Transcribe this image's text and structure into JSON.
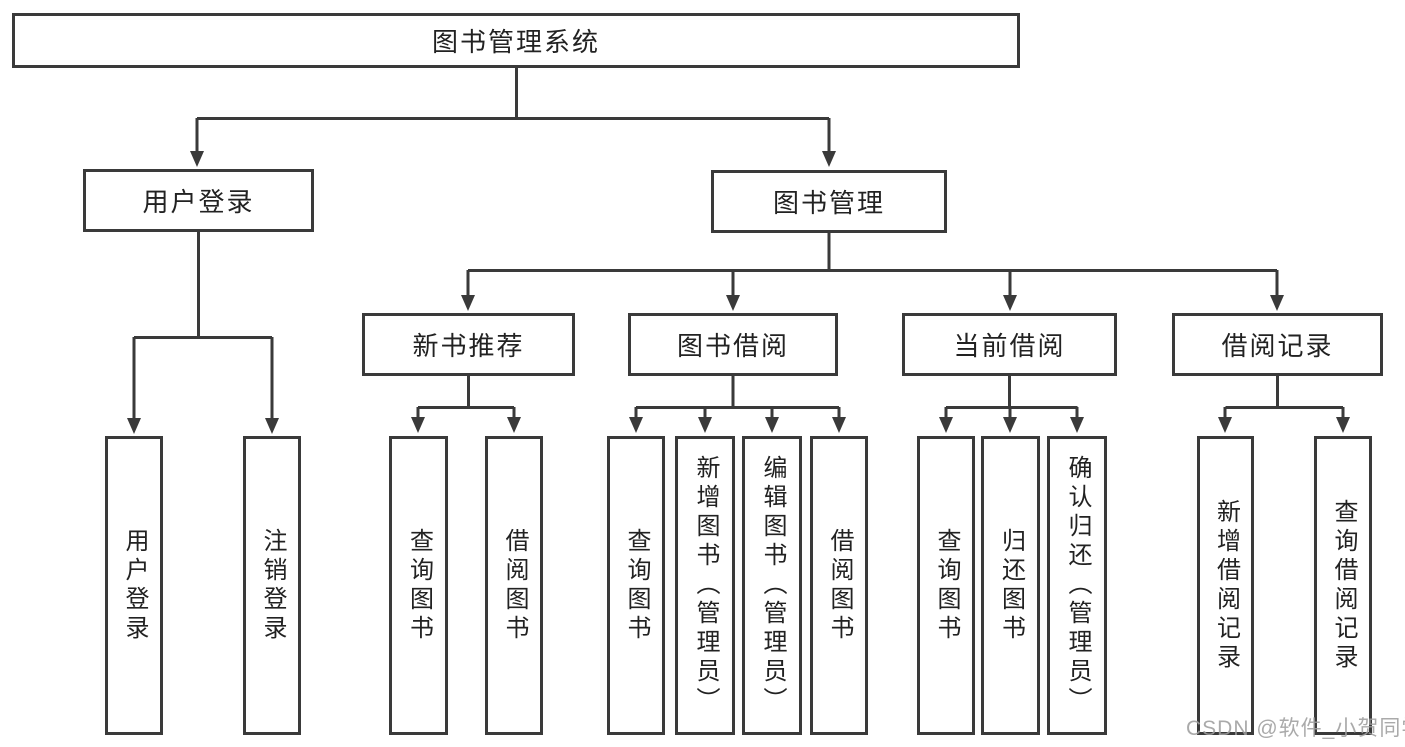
{
  "diagram": {
    "colors": {
      "line": "#3a3a3a",
      "text": "#222222",
      "background": "#ffffff",
      "watermark": "#9e9e9e"
    },
    "tree": {
      "root": {
        "label": "图书管理系统",
        "children": [
          {
            "label": "用户登录",
            "children": [
              {
                "label": "用户登录"
              },
              {
                "label": "注销登录"
              }
            ]
          },
          {
            "label": "图书管理",
            "children": [
              {
                "label": "新书推荐",
                "children": [
                  {
                    "label": "查询图书"
                  },
                  {
                    "label": "借阅图书"
                  }
                ]
              },
              {
                "label": "图书借阅",
                "children": [
                  {
                    "label": "查询图书"
                  },
                  {
                    "label": "新增图书（管理员）"
                  },
                  {
                    "label": "编辑图书（管理员）"
                  },
                  {
                    "label": "借阅图书"
                  }
                ]
              },
              {
                "label": "当前借阅",
                "children": [
                  {
                    "label": "查询图书"
                  },
                  {
                    "label": "归还图书"
                  },
                  {
                    "label": "确认归还（管理员）"
                  }
                ]
              },
              {
                "label": "借阅记录",
                "children": [
                  {
                    "label": "新增借阅记录"
                  },
                  {
                    "label": "查询借阅记录"
                  }
                ]
              }
            ]
          }
        ]
      }
    },
    "watermark": {
      "text": "CSDN @软件_小贺同学"
    }
  }
}
